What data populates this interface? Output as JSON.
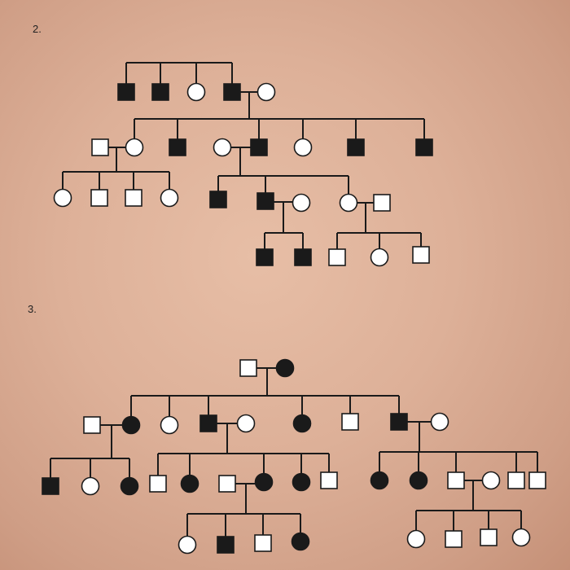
{
  "worksheet": {
    "problem_2_label": "2.",
    "problem_3_label": "3."
  },
  "colors": {
    "paper": "#ddb098",
    "ink": "#1a1a1a",
    "affected_fill": "#1a1a1a",
    "unaffected_fill": "#ffffff"
  },
  "pedigrees": [
    {
      "problem": "2.",
      "individuals": [
        {
          "id": "p2-g1-1",
          "sex": "male",
          "affected": true
        },
        {
          "id": "p2-g1-2",
          "sex": "male",
          "affected": true
        },
        {
          "id": "p2-g1-3",
          "sex": "female",
          "affected": false
        },
        {
          "id": "p2-g1-4",
          "sex": "male",
          "affected": true
        },
        {
          "id": "p2-g1-4-spouse",
          "sex": "female",
          "affected": false
        },
        {
          "id": "p2-g2-1-spouse",
          "sex": "male",
          "affected": false
        },
        {
          "id": "p2-g2-1",
          "sex": "female",
          "affected": false
        },
        {
          "id": "p2-g2-2",
          "sex": "male",
          "affected": true
        },
        {
          "id": "p2-g2-3-spouse",
          "sex": "female",
          "affected": false
        },
        {
          "id": "p2-g2-3",
          "sex": "male",
          "affected": true
        },
        {
          "id": "p2-g2-4",
          "sex": "female",
          "affected": false
        },
        {
          "id": "p2-g2-5",
          "sex": "male",
          "affected": true
        },
        {
          "id": "p2-g2-6",
          "sex": "male",
          "affected": true
        },
        {
          "id": "p2-g3-1",
          "sex": "female",
          "affected": false
        },
        {
          "id": "p2-g3-2",
          "sex": "male",
          "affected": false
        },
        {
          "id": "p2-g3-3",
          "sex": "male",
          "affected": false
        },
        {
          "id": "p2-g3-4",
          "sex": "female",
          "affected": false
        },
        {
          "id": "p2-g3-5",
          "sex": "male",
          "affected": true
        },
        {
          "id": "p2-g3-6",
          "sex": "male",
          "affected": true
        },
        {
          "id": "p2-g3-6-spouse",
          "sex": "female",
          "affected": false
        },
        {
          "id": "p2-g3-7",
          "sex": "female",
          "affected": false
        },
        {
          "id": "p2-g3-7-spouse",
          "sex": "male",
          "affected": false
        },
        {
          "id": "p2-g4-1",
          "sex": "male",
          "affected": true
        },
        {
          "id": "p2-g4-2",
          "sex": "male",
          "affected": true
        },
        {
          "id": "p2-g4-3",
          "sex": "male",
          "affected": false
        },
        {
          "id": "p2-g4-4",
          "sex": "female",
          "affected": false
        },
        {
          "id": "p2-g4-5",
          "sex": "male",
          "affected": false
        }
      ]
    },
    {
      "problem": "3.",
      "individuals": [
        {
          "id": "p3-g1-1",
          "sex": "male",
          "affected": false
        },
        {
          "id": "p3-g1-2",
          "sex": "female",
          "affected": true
        },
        {
          "id": "p3-g2-1-spouse",
          "sex": "male",
          "affected": false
        },
        {
          "id": "p3-g2-1",
          "sex": "female",
          "affected": true
        },
        {
          "id": "p3-g2-2",
          "sex": "female",
          "affected": false
        },
        {
          "id": "p3-g2-3",
          "sex": "male",
          "affected": true
        },
        {
          "id": "p3-g2-3-spouse",
          "sex": "female",
          "affected": false
        },
        {
          "id": "p3-g2-4",
          "sex": "female",
          "affected": true
        },
        {
          "id": "p3-g2-5",
          "sex": "male",
          "affected": false
        },
        {
          "id": "p3-g2-6",
          "sex": "male",
          "affected": true
        },
        {
          "id": "p3-g2-6-spouse",
          "sex": "female",
          "affected": false
        },
        {
          "id": "p3-g3-1",
          "sex": "male",
          "affected": true
        },
        {
          "id": "p3-g3-2",
          "sex": "female",
          "affected": false
        },
        {
          "id": "p3-g3-3",
          "sex": "female",
          "affected": true
        },
        {
          "id": "p3-g3-4",
          "sex": "male",
          "affected": false
        },
        {
          "id": "p3-g3-5",
          "sex": "female",
          "affected": true
        },
        {
          "id": "p3-g3-6-spouse",
          "sex": "male",
          "affected": false
        },
        {
          "id": "p3-g3-6",
          "sex": "female",
          "affected": true
        },
        {
          "id": "p3-g3-7",
          "sex": "female",
          "affected": true
        },
        {
          "id": "p3-g3-8",
          "sex": "male",
          "affected": false
        },
        {
          "id": "p3-g3-9",
          "sex": "female",
          "affected": true
        },
        {
          "id": "p3-g3-10",
          "sex": "female",
          "affected": true
        },
        {
          "id": "p3-g3-11",
          "sex": "male",
          "affected": false
        },
        {
          "id": "p3-g3-11-spouse",
          "sex": "female",
          "affected": false
        },
        {
          "id": "p3-g3-12",
          "sex": "male",
          "affected": false
        },
        {
          "id": "p3-g3-13",
          "sex": "male",
          "affected": false
        },
        {
          "id": "p3-g4-1",
          "sex": "female",
          "affected": false
        },
        {
          "id": "p3-g4-2",
          "sex": "male",
          "affected": true
        },
        {
          "id": "p3-g4-3",
          "sex": "male",
          "affected": false
        },
        {
          "id": "p3-g4-4",
          "sex": "female",
          "affected": true
        },
        {
          "id": "p3-g4-5",
          "sex": "female",
          "affected": false
        },
        {
          "id": "p3-g4-6",
          "sex": "male",
          "affected": false
        },
        {
          "id": "p3-g4-7",
          "sex": "male",
          "affected": false
        },
        {
          "id": "p3-g4-8",
          "sex": "female",
          "affected": false
        }
      ]
    }
  ]
}
